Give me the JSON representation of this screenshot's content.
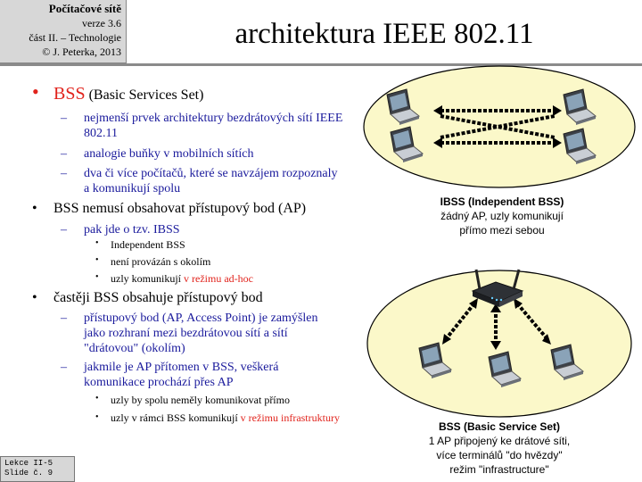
{
  "header": {
    "course": "Počítačové sítě",
    "version": "verze 3.6",
    "part": "část II. – Technologie",
    "copyright": "© J. Peterka, 2013"
  },
  "title": "architektura  IEEE 802.11",
  "bullets": {
    "bss_label": "BSS",
    "bss_paren": "(Basic Services Set)",
    "bss_sub1": "nejmenší prvek architektury bezdrátových sítí IEEE 802.11",
    "bss_sub2": "analogie buňky v mobilních sítích",
    "bss_sub3": "dva či více počítačů, které se navzájem rozpoznaly a komunikují spolu",
    "ap_optional": "BSS nemusí obsahovat přístupový bod (AP)",
    "ibss_intro": "pak jde o tzv. IBSS",
    "ibss_1": "Independent BSS",
    "ibss_2": "není provázán s okolím",
    "ibss_3a": "uzly komunikují ",
    "ibss_3b": "v režimu ad-hoc",
    "ap_usual": "častěji BSS obsahuje přístupový bod",
    "ap_sub1": "přístupový bod (AP, Access Point) je zamýšlen jako rozhraní mezi bezdrátovou sítí a sítí \"drátovou\" (okolím)",
    "ap_sub2": "jakmile je AP přítomen v BSS, veškerá komunikace prochází přes AP",
    "ap_sub2_1": "uzly by spolu neměly komunikovat přímo",
    "ap_sub2_2a": "uzly v rámci BSS komunikují ",
    "ap_sub2_2b": "v režimu infrastruktury"
  },
  "ibss_caption": {
    "title": "IBSS (Independent BSS)",
    "line1": "žádný AP, uzly komunikují",
    "line2": "přímo mezi sebou"
  },
  "bss_caption": {
    "title": "BSS (Basic Service Set)",
    "line1": "1 AP připojený ke drátové síti,",
    "line2": "více terminálů \"do hvězdy\"",
    "line3": "režim \"infrastructure\""
  },
  "slide": {
    "lesson": "Lekce II-5",
    "number": "Slide č. 9"
  },
  "colors": {
    "cell_fill": "#fbf8c9",
    "accent_red": "#e1231c",
    "sub_text": "#1a1a9c",
    "header_gray": "#d7d7d7"
  },
  "icons": [
    "laptop-icon",
    "access-point-icon"
  ]
}
